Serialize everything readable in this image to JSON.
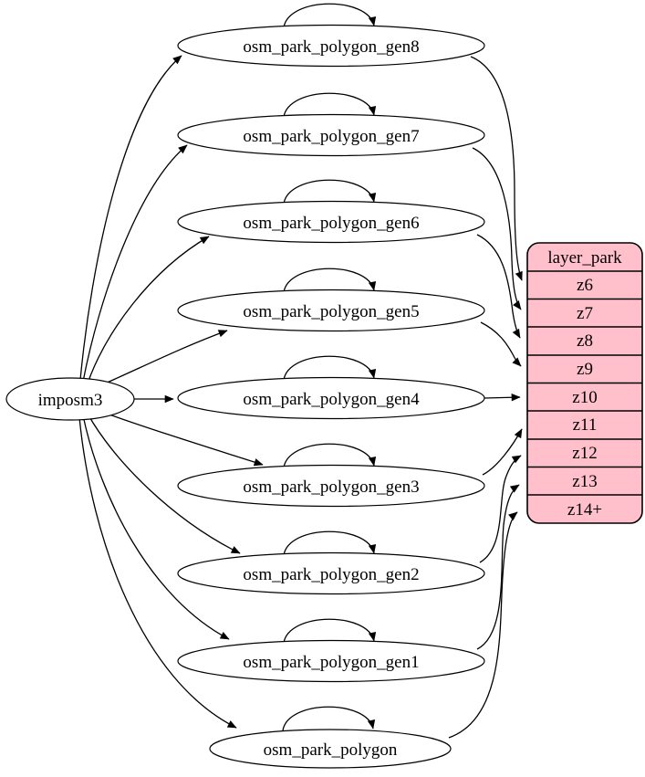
{
  "source_node": {
    "label": "imposm3"
  },
  "table_nodes": [
    {
      "label": "osm_park_polygon_gen8"
    },
    {
      "label": "osm_park_polygon_gen7"
    },
    {
      "label": "osm_park_polygon_gen6"
    },
    {
      "label": "osm_park_polygon_gen5"
    },
    {
      "label": "osm_park_polygon_gen4"
    },
    {
      "label": "osm_park_polygon_gen3"
    },
    {
      "label": "osm_park_polygon_gen2"
    },
    {
      "label": "osm_park_polygon_gen1"
    },
    {
      "label": "osm_park_polygon"
    }
  ],
  "layer_node": {
    "title": "layer_park",
    "rows": [
      "z6",
      "z7",
      "z8",
      "z9",
      "z10",
      "z11",
      "z12",
      "z13",
      "z14+"
    ],
    "fill": "#ffc0cb",
    "stroke": "#000000"
  },
  "edges": {
    "from_source": [
      {
        "from": "imposm3",
        "to": "osm_park_polygon_gen8"
      },
      {
        "from": "imposm3",
        "to": "osm_park_polygon_gen7"
      },
      {
        "from": "imposm3",
        "to": "osm_park_polygon_gen6"
      },
      {
        "from": "imposm3",
        "to": "osm_park_polygon_gen5"
      },
      {
        "from": "imposm3",
        "to": "osm_park_polygon_gen4"
      },
      {
        "from": "imposm3",
        "to": "osm_park_polygon_gen3"
      },
      {
        "from": "imposm3",
        "to": "osm_park_polygon_gen2"
      },
      {
        "from": "imposm3",
        "to": "osm_park_polygon_gen1"
      },
      {
        "from": "imposm3",
        "to": "osm_park_polygon"
      }
    ],
    "self_loops": [
      "osm_park_polygon_gen8",
      "osm_park_polygon_gen7",
      "osm_park_polygon_gen6",
      "osm_park_polygon_gen5",
      "osm_park_polygon_gen4",
      "osm_park_polygon_gen3",
      "osm_park_polygon_gen2",
      "osm_park_polygon_gen1",
      "osm_park_polygon"
    ],
    "table_to_layer": [
      {
        "from": "osm_park_polygon_gen8",
        "to": "layer_park:z6"
      },
      {
        "from": "osm_park_polygon_gen7",
        "to": "layer_park:z7"
      },
      {
        "from": "osm_park_polygon_gen6",
        "to": "layer_park:z8"
      },
      {
        "from": "osm_park_polygon_gen5",
        "to": "layer_park:z9"
      },
      {
        "from": "osm_park_polygon_gen4",
        "to": "layer_park:z10"
      },
      {
        "from": "osm_park_polygon_gen3",
        "to": "layer_park:z11"
      },
      {
        "from": "osm_park_polygon_gen2",
        "to": "layer_park:z12"
      },
      {
        "from": "osm_park_polygon_gen1",
        "to": "layer_park:z13"
      },
      {
        "from": "osm_park_polygon",
        "to": "layer_park:z14+"
      }
    ]
  },
  "colors": {
    "background": "#ffffff",
    "node_fill": "#ffffff",
    "edge": "#000000"
  }
}
